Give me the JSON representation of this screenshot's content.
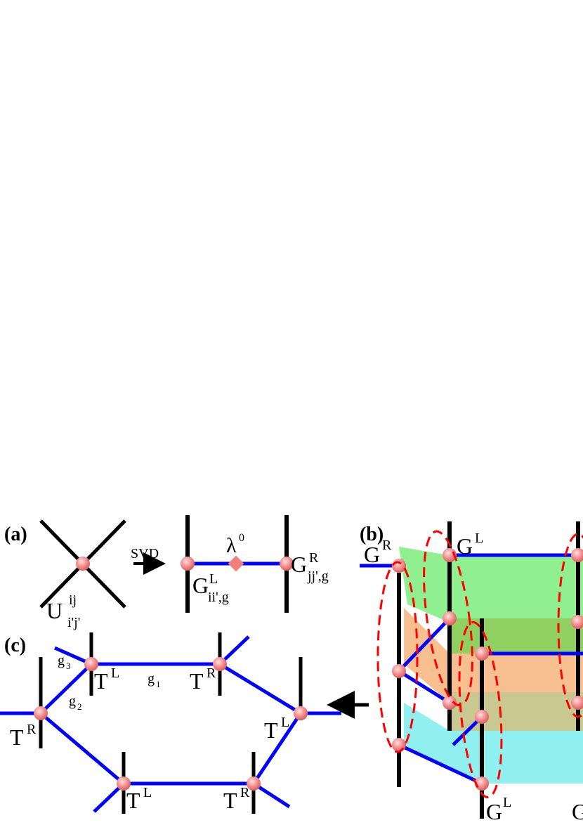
{
  "panels": {
    "a": {
      "label": "(a)",
      "svd_label": "SVD",
      "u": "U",
      "u_sup": "ij",
      "u_sub": "i'j'",
      "lambda": "λ",
      "lambda_sup": "0",
      "gl": "G",
      "gl_sup": "L",
      "gl_sub": "ii',g",
      "gr": "G",
      "gr_sup": "R",
      "gr_sub": "jj',g"
    },
    "b": {
      "label": "(b)",
      "gl_top": "G",
      "gl_top_sup": "L",
      "gr_left": "G",
      "gr_left_sup": "R",
      "gl_bottom": "G",
      "gl_bottom_sup": "L",
      "g_cut": "G"
    },
    "c": {
      "label": "(c)",
      "t": "T",
      "sup_l": "L",
      "sup_r": "R",
      "g1": "g",
      "g1_sub": "1",
      "g2": "g",
      "g2_sub": "2",
      "g3": "g",
      "g3_sub": "3"
    }
  },
  "colors": {
    "bond": "#0000ff",
    "leg": "#000000",
    "node": "#f08080",
    "dashed": "#ff0000",
    "green": "#90f090",
    "orange": "#f8c090",
    "cyan": "#90f0f0",
    "olive": "#c8c890",
    "darkgreen": "#90d060"
  }
}
